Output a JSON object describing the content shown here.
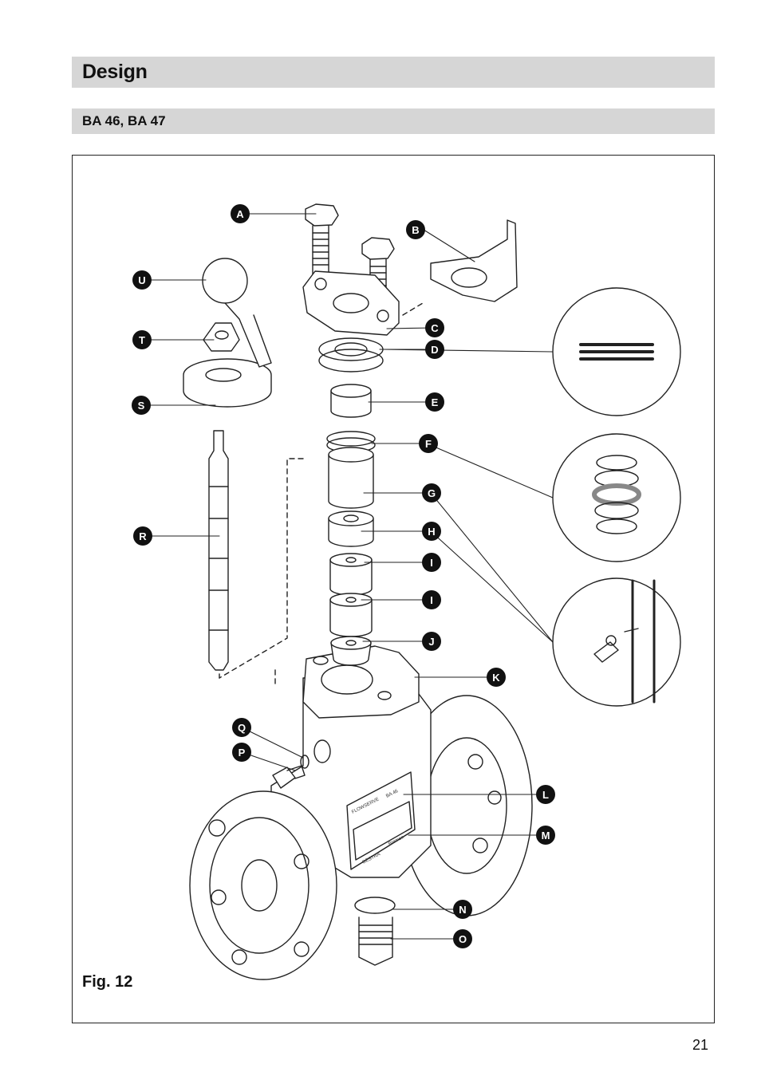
{
  "header": {
    "title": "Design"
  },
  "subheader": {
    "models": "BA 46, BA 47"
  },
  "figure": {
    "label": "Fig. 12",
    "callouts": [
      {
        "letter": "A"
      },
      {
        "letter": "B"
      },
      {
        "letter": "C"
      },
      {
        "letter": "D"
      },
      {
        "letter": "E"
      },
      {
        "letter": "F"
      },
      {
        "letter": "G"
      },
      {
        "letter": "H"
      },
      {
        "letter": "I"
      },
      {
        "letter": "I"
      },
      {
        "letter": "J"
      },
      {
        "letter": "K"
      },
      {
        "letter": "L"
      },
      {
        "letter": "M"
      },
      {
        "letter": "N"
      },
      {
        "letter": "O"
      },
      {
        "letter": "P"
      },
      {
        "letter": "Q"
      },
      {
        "letter": "R"
      },
      {
        "letter": "S"
      },
      {
        "letter": "T"
      },
      {
        "letter": "U"
      }
    ],
    "nameplate": {
      "brand": "FLOWSERVE",
      "model": "BA 46",
      "city": "Bremen",
      "mark": "GESTRA"
    }
  },
  "footer": {
    "page_number": "21"
  }
}
